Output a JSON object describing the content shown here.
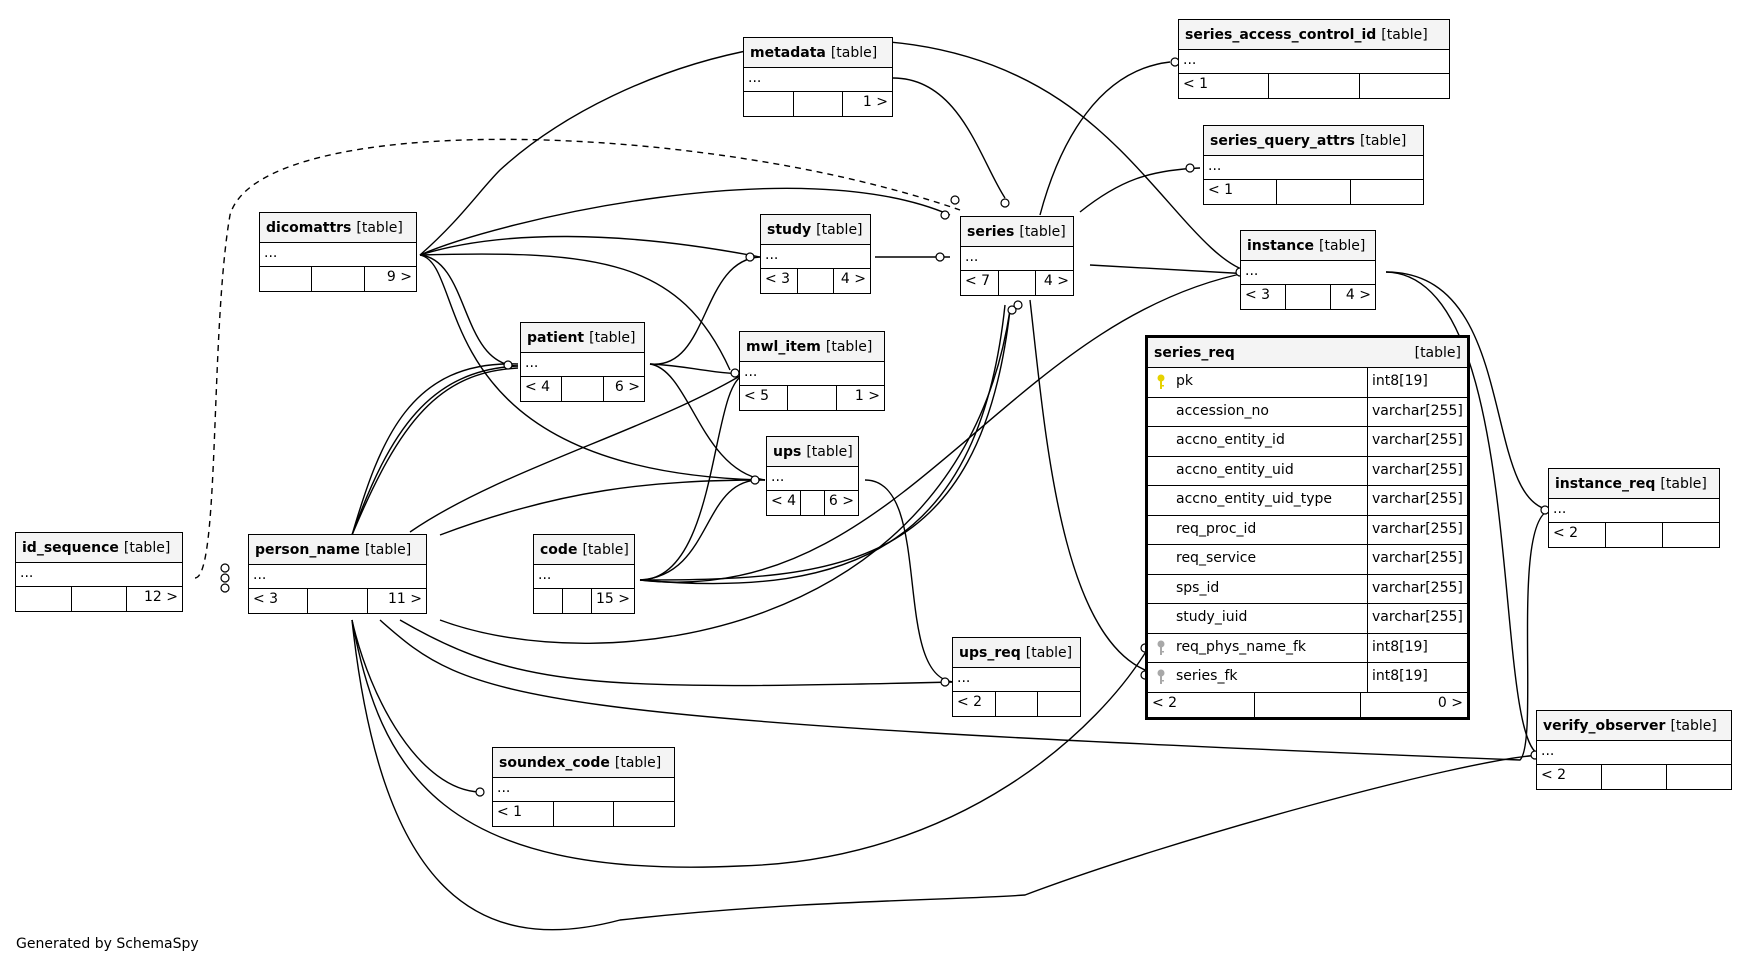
{
  "tag_label": "[table]",
  "ellipsis": "...",
  "tables": {
    "metadata": {
      "name": "metadata",
      "footer": [
        "",
        "",
        "1 >"
      ]
    },
    "series_access_control_id": {
      "name": "series_access_control_id",
      "footer": [
        "< 1",
        "",
        ""
      ]
    },
    "series_query_attrs": {
      "name": "series_query_attrs",
      "footer": [
        "< 1",
        "",
        ""
      ]
    },
    "dicomattrs": {
      "name": "dicomattrs",
      "footer": [
        "",
        "",
        "9 >"
      ]
    },
    "study": {
      "name": "study",
      "footer": [
        "< 3",
        "",
        "4 >"
      ]
    },
    "series": {
      "name": "series",
      "footer": [
        "< 7",
        "",
        "4 >"
      ]
    },
    "instance": {
      "name": "instance",
      "footer": [
        "< 3",
        "",
        "4 >"
      ]
    },
    "patient": {
      "name": "patient",
      "footer": [
        "< 4",
        "",
        "6 >"
      ]
    },
    "mwl_item": {
      "name": "mwl_item",
      "footer": [
        "< 5",
        "",
        "1 >"
      ]
    },
    "ups": {
      "name": "ups",
      "footer": [
        "< 4",
        "",
        "6 >"
      ]
    },
    "id_sequence": {
      "name": "id_sequence",
      "footer": [
        "",
        "",
        "12 >"
      ]
    },
    "person_name": {
      "name": "person_name",
      "footer": [
        "< 3",
        "",
        "11 >"
      ]
    },
    "code": {
      "name": "code",
      "footer": [
        "",
        "",
        "15 >"
      ]
    },
    "ups_req": {
      "name": "ups_req",
      "footer": [
        "< 2",
        "",
        ""
      ]
    },
    "soundex_code": {
      "name": "soundex_code",
      "footer": [
        "< 1",
        "",
        ""
      ]
    },
    "instance_req": {
      "name": "instance_req",
      "footer": [
        "< 2",
        "",
        ""
      ]
    },
    "verify_observer": {
      "name": "verify_observer",
      "footer": [
        "< 2",
        "",
        ""
      ]
    }
  },
  "series_req": {
    "name": "series_req",
    "columns": [
      {
        "name": "pk",
        "type": "int8[19]",
        "key": "primary"
      },
      {
        "name": "accession_no",
        "type": "varchar[255]",
        "key": ""
      },
      {
        "name": "accno_entity_id",
        "type": "varchar[255]",
        "key": ""
      },
      {
        "name": "accno_entity_uid",
        "type": "varchar[255]",
        "key": ""
      },
      {
        "name": "accno_entity_uid_type",
        "type": "varchar[255]",
        "key": ""
      },
      {
        "name": "req_proc_id",
        "type": "varchar[255]",
        "key": ""
      },
      {
        "name": "req_service",
        "type": "varchar[255]",
        "key": ""
      },
      {
        "name": "sps_id",
        "type": "varchar[255]",
        "key": ""
      },
      {
        "name": "study_iuid",
        "type": "varchar[255]",
        "key": ""
      },
      {
        "name": "req_phys_name_fk",
        "type": "int8[19]",
        "key": "foreign"
      },
      {
        "name": "series_fk",
        "type": "int8[19]",
        "key": "foreign"
      }
    ],
    "footer": [
      "< 2",
      "",
      "0 >"
    ]
  },
  "colors": {
    "primary_key": "#e6d200",
    "foreign_key": "#a8a8a8"
  },
  "credit": "Generated by SchemaSpy"
}
